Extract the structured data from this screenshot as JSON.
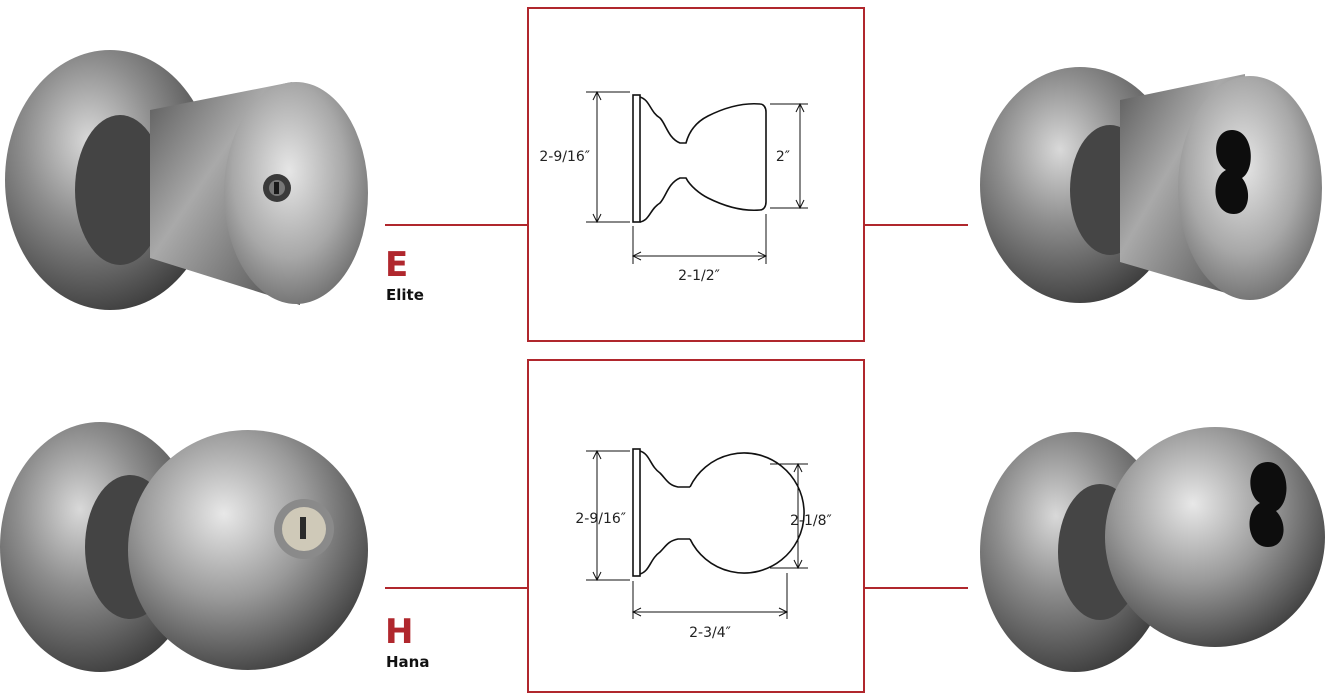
{
  "colors": {
    "accent": "#b0272d",
    "drawing": "#111111"
  },
  "models": [
    {
      "letter": "E",
      "name": "Elite",
      "knob_shape": "tapered-knob",
      "left_image": "keyed-tapered-knob",
      "right_image": "ic-core-tapered-knob",
      "dims": {
        "rose_height": "2-9/16″",
        "knob_height": "2″",
        "projection": "2-1/2″"
      }
    },
    {
      "letter": "H",
      "name": "Hana",
      "knob_shape": "ball-knob",
      "left_image": "keyed-ball-knob",
      "right_image": "ic-core-ball-knob",
      "dims": {
        "rose_height": "2-9/16″",
        "knob_height": "2-1/8″",
        "projection": "2-3/4″"
      }
    }
  ]
}
